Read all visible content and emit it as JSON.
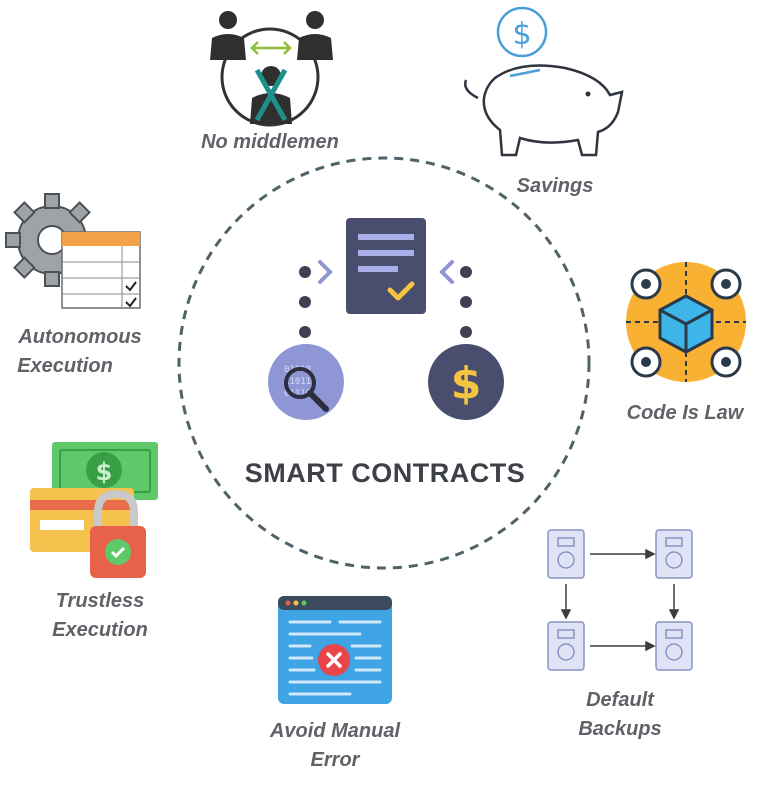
{
  "center": {
    "title": "SMART CONTRACTS"
  },
  "features": [
    {
      "label": "No middlemen",
      "icon": "no-middlemen-icon"
    },
    {
      "label": "Savings",
      "icon": "piggy-bank-icon"
    },
    {
      "label_lines": [
        "Autonomous",
        "Execution"
      ],
      "icon": "gear-checklist-icon"
    },
    {
      "label": "Code Is Law",
      "icon": "code-cube-gears-icon"
    },
    {
      "label_lines": [
        "Trustless",
        "Execution"
      ],
      "icon": "money-card-lock-icon"
    },
    {
      "label_lines": [
        "Default",
        "Backups"
      ],
      "icon": "backup-drives-icon"
    },
    {
      "label_lines": [
        "Avoid Manual",
        "Error"
      ],
      "icon": "code-error-window-icon"
    }
  ],
  "colors": {
    "label_text": "#5f6368",
    "title_text": "#3d4047",
    "circle_dash": "#4f6268",
    "document": "#4a4e6e",
    "accent_purple": "#8f96d6",
    "accent_gold": "#f5c542",
    "dot_dark": "#3f4152"
  }
}
